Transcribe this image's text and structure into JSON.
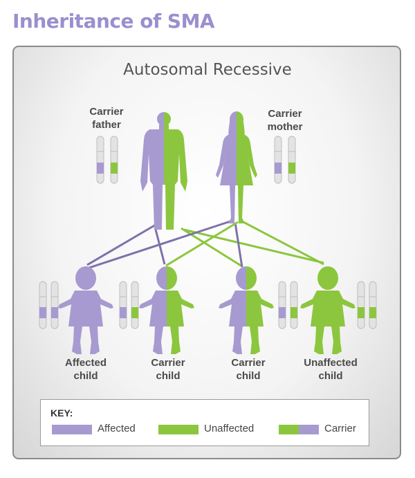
{
  "title": "Inheritance of SMA",
  "subtitle": "Autosomal Recessive",
  "parents": [
    {
      "label_line1": "Carrier",
      "label_line2": "father"
    },
    {
      "label_line1": "Carrier",
      "label_line2": "mother"
    }
  ],
  "children": [
    {
      "label_line1": "Affected",
      "label_line2": "child"
    },
    {
      "label_line1": "Carrier",
      "label_line2": "child"
    },
    {
      "label_line1": "Carrier",
      "label_line2": "child"
    },
    {
      "label_line1": "Unaffected",
      "label_line2": "child"
    }
  ],
  "key": {
    "title": "KEY:",
    "affected": "Affected",
    "unaffected": "Unaffected",
    "carrier": "Carrier"
  },
  "colors": {
    "affected": "#a79ad0",
    "unaffected": "#8cc63e",
    "line_affected": "#7d72aa",
    "chromosome": "#e3e3e3"
  }
}
